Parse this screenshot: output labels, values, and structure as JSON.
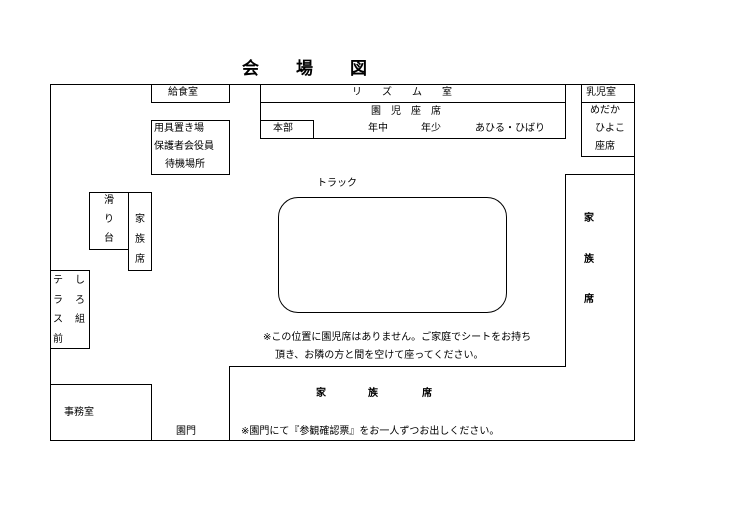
{
  "title": "会　　場　　図",
  "rooms": {
    "kitchen": "給食室",
    "rhythm_room": "リ　　ズ　　ム　　室",
    "kids_seats": "園　児　座　席",
    "hq": "本部",
    "kids_classes": [
      "年中",
      "年少",
      "あひる・ひばり"
    ],
    "infant_room": "乳児室",
    "infant_seats": [
      "めだか",
      "ひよこ",
      "座席"
    ],
    "equipment": [
      "用具置き場",
      "保護者会役員",
      "待機場所"
    ],
    "track": "トラック",
    "slide": [
      "滑",
      "り",
      "台"
    ],
    "family_small": [
      "家",
      "族",
      "席"
    ],
    "terrace": [
      "テ",
      "ラ",
      "ス",
      "前"
    ],
    "shiro": [
      "し",
      "ろ",
      "組"
    ],
    "family_right": [
      "家",
      "族",
      "席"
    ],
    "family_bottom": [
      "家",
      "族",
      "席"
    ],
    "office": "事務室",
    "gate": "園門"
  },
  "notes": {
    "no_kids_seats_1": "※この位置に園児席はありません。ご家庭でシートをお持ち",
    "no_kids_seats_2": "頂き、お隣の方と間を空けて座ってください。",
    "ticket": "※園門にて『参観確認票』をお一人ずつお出しください。"
  }
}
